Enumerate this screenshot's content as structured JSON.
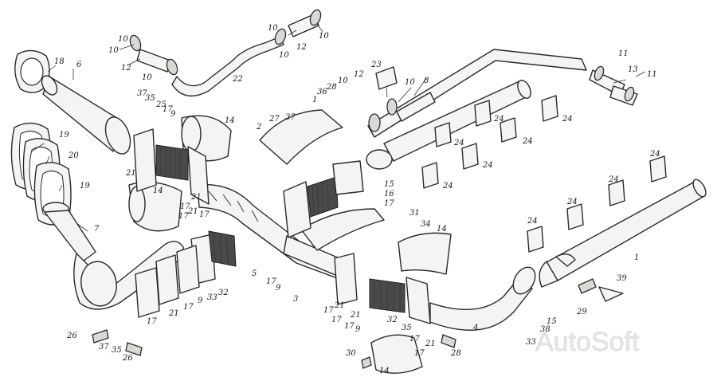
{
  "watermark": "AutoSoft",
  "callouts": [
    {
      "id": "c18",
      "text": "18"
    },
    {
      "id": "c6",
      "text": "6"
    },
    {
      "id": "c10a",
      "text": "10"
    },
    {
      "id": "c12a",
      "text": "12"
    },
    {
      "id": "c10b",
      "text": "10"
    },
    {
      "id": "c10c",
      "text": "10"
    },
    {
      "id": "c12b",
      "text": "12"
    },
    {
      "id": "c10d",
      "text": "10"
    },
    {
      "id": "c22",
      "text": "22"
    },
    {
      "id": "c10e",
      "text": "10"
    },
    {
      "id": "c10f",
      "text": "10"
    },
    {
      "id": "c23",
      "text": "23"
    },
    {
      "id": "c12c",
      "text": "12"
    },
    {
      "id": "c10g",
      "text": "10"
    },
    {
      "id": "c8",
      "text": "8"
    },
    {
      "id": "c11a",
      "text": "11"
    },
    {
      "id": "c13",
      "text": "13"
    },
    {
      "id": "c11b",
      "text": "11"
    },
    {
      "id": "c37a",
      "text": "37"
    },
    {
      "id": "c35a",
      "text": "35"
    },
    {
      "id": "c25",
      "text": "25"
    },
    {
      "id": "c17a",
      "text": "17"
    },
    {
      "id": "c9a",
      "text": "9"
    },
    {
      "id": "c14a",
      "text": "14"
    },
    {
      "id": "c2",
      "text": "2"
    },
    {
      "id": "c27",
      "text": "27"
    },
    {
      "id": "c37b",
      "text": "37"
    },
    {
      "id": "c1a",
      "text": "1"
    },
    {
      "id": "c36",
      "text": "36"
    },
    {
      "id": "c28a",
      "text": "28"
    },
    {
      "id": "c10h",
      "text": "10"
    },
    {
      "id": "c24a",
      "text": "24"
    },
    {
      "id": "c24b",
      "text": "24"
    },
    {
      "id": "c24c",
      "text": "24"
    },
    {
      "id": "c24d",
      "text": "24"
    },
    {
      "id": "c24e",
      "text": "24"
    },
    {
      "id": "c24f",
      "text": "24"
    },
    {
      "id": "c24g",
      "text": "24"
    },
    {
      "id": "c24h",
      "text": "24"
    },
    {
      "id": "c24i",
      "text": "24"
    },
    {
      "id": "c24j",
      "text": "24"
    },
    {
      "id": "c19a",
      "text": "19"
    },
    {
      "id": "c20",
      "text": "20"
    },
    {
      "id": "c19b",
      "text": "19"
    },
    {
      "id": "c21a",
      "text": "21"
    },
    {
      "id": "c21b",
      "text": "21"
    },
    {
      "id": "c17b",
      "text": "17"
    },
    {
      "id": "c14b",
      "text": "14"
    },
    {
      "id": "c17c",
      "text": "17"
    },
    {
      "id": "c21c",
      "text": "21"
    },
    {
      "id": "c17d",
      "text": "17"
    },
    {
      "id": "c15a",
      "text": "15"
    },
    {
      "id": "c16",
      "text": "16"
    },
    {
      "id": "c17e",
      "text": "17"
    },
    {
      "id": "c31",
      "text": "31"
    },
    {
      "id": "c34",
      "text": "34"
    },
    {
      "id": "c14c",
      "text": "14"
    },
    {
      "id": "c7",
      "text": "7"
    },
    {
      "id": "c5",
      "text": "5"
    },
    {
      "id": "c17f",
      "text": "17"
    },
    {
      "id": "c9b",
      "text": "9"
    },
    {
      "id": "c3",
      "text": "3"
    },
    {
      "id": "c1b",
      "text": "1"
    },
    {
      "id": "c17g",
      "text": "17"
    },
    {
      "id": "c21d",
      "text": "21"
    },
    {
      "id": "c17h",
      "text": "17"
    },
    {
      "id": "c9c",
      "text": "9"
    },
    {
      "id": "c33a",
      "text": "33"
    },
    {
      "id": "c32a",
      "text": "32"
    },
    {
      "id": "c17i",
      "text": "17"
    },
    {
      "id": "c21e",
      "text": "21"
    },
    {
      "id": "c17j",
      "text": "17"
    },
    {
      "id": "c21f",
      "text": "21"
    },
    {
      "id": "c17k",
      "text": "17"
    },
    {
      "id": "c9d",
      "text": "9"
    },
    {
      "id": "c32b",
      "text": "32"
    },
    {
      "id": "c35b",
      "text": "35"
    },
    {
      "id": "c17l",
      "text": "17"
    },
    {
      "id": "c21g",
      "text": "21"
    },
    {
      "id": "c17m",
      "text": "17"
    },
    {
      "id": "c28b",
      "text": "28"
    },
    {
      "id": "c4",
      "text": "4"
    },
    {
      "id": "c38",
      "text": "38"
    },
    {
      "id": "c15b",
      "text": "15"
    },
    {
      "id": "c29",
      "text": "29"
    },
    {
      "id": "c39",
      "text": "39"
    },
    {
      "id": "c33b",
      "text": "33"
    },
    {
      "id": "c26a",
      "text": "26"
    },
    {
      "id": "c37c",
      "text": "37"
    },
    {
      "id": "c35c",
      "text": "35"
    },
    {
      "id": "c26b",
      "text": "26"
    },
    {
      "id": "c30",
      "text": "30"
    },
    {
      "id": "c14d",
      "text": "14"
    }
  ]
}
